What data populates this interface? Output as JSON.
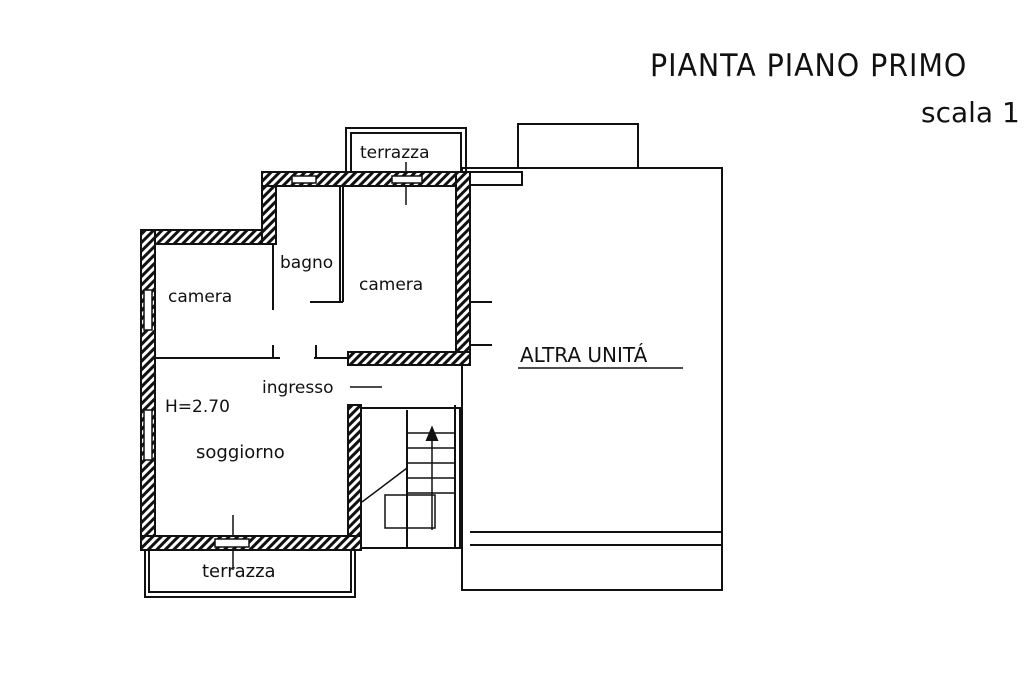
{
  "header": {
    "title": "PIANTA  PIANO  PRIMO",
    "scale": "scala 1"
  },
  "rooms": {
    "terrace_top": "terrazza",
    "bathroom": "bagno",
    "bedroom_left": "camera",
    "bedroom_right": "camera",
    "entrance": "ingresso",
    "ceiling_height": "H=2.70",
    "living_room": "soggiorno",
    "terrace_bottom": "terrazza",
    "other_unit": "ALTRA UNITÁ"
  }
}
